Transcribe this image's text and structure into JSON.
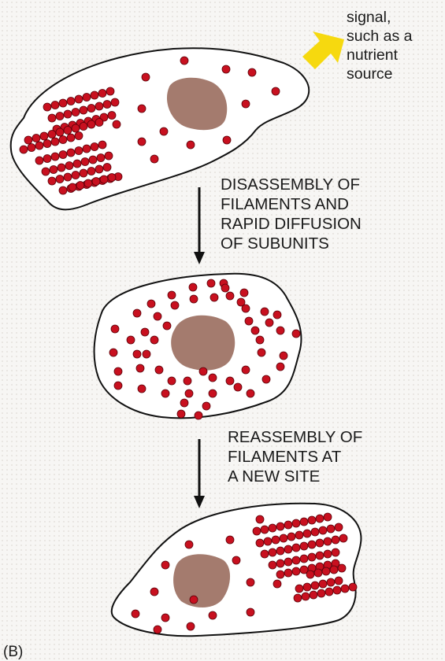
{
  "signal_label": [
    "signal,",
    "such as a",
    "nutrient",
    "source"
  ],
  "disassembly_caption": [
    "DISASSEMBLY OF",
    "FILAMENTS AND",
    "RAPID DIFFUSION",
    "OF SUBUNITS"
  ],
  "reassembly_caption": [
    "REASSEMBLY OF",
    "FILAMENTS AT",
    "A NEW SITE"
  ],
  "panel_label": "(B)",
  "colors": {
    "subunit": "#c8101f",
    "subunit_outline": "#5a0008",
    "nucleus": "#a47b6e",
    "cell_fill": "#ffffff",
    "cell_outline": "#111111",
    "signal_arrow": "#f6d90f",
    "arrow": "#111111"
  },
  "icons": [
    "signal-arrow-icon",
    "down-arrow-icon"
  ]
}
